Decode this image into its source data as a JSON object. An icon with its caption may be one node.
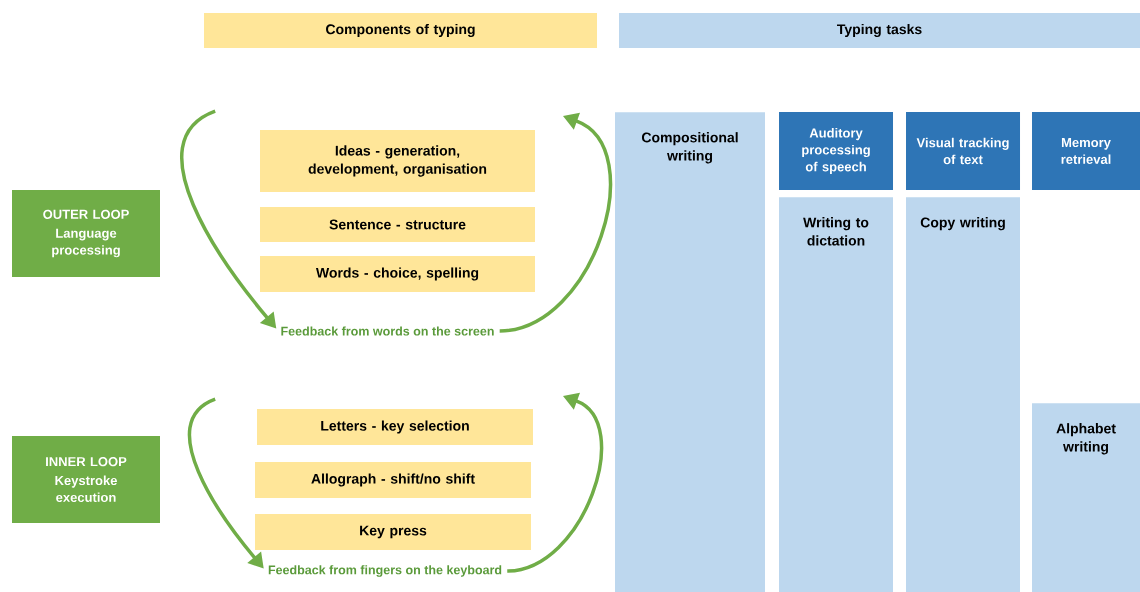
{
  "diagram": {
    "nodes": [
      {
        "text": [
          "Components of typing"
        ]
      },
      {
        "text": [
          "Typing tasks"
        ]
      },
      {
        "text": [
          "OUTER LOOP",
          "Language processing"
        ]
      },
      {
        "text": [
          "Ideas - generation, development, organisation"
        ]
      },
      {
        "text": [
          "Sentence - structure"
        ]
      },
      {
        "text": [
          "Words - choice, spelling"
        ]
      },
      {
        "text": [
          "Feedback from words on the screen"
        ]
      },
      {
        "text": [
          "INNER LOOP",
          "Keystroke execution"
        ]
      },
      {
        "text": [
          "Letters - key selection"
        ]
      },
      {
        "text": [
          "Allograph - shift/no shift"
        ]
      },
      {
        "text": [
          "Key press"
        ]
      },
      {
        "text": [
          "Feedback from fingers on the keyboard"
        ]
      },
      {
        "text": [
          "Compositional writing"
        ]
      },
      {
        "text": [
          "Auditory processing of speech"
        ]
      },
      {
        "text": [
          "Writing to dictation"
        ]
      },
      {
        "text": [
          "Visual tracking of text"
        ]
      },
      {
        "text": [
          "Copy writing"
        ]
      },
      {
        "text": [
          "Memory retrieval"
        ]
      },
      {
        "text": [
          "Alphabet writing"
        ]
      }
    ],
    "edges": [
      {
        "from": null,
        "to": 6,
        "arrow": "to"
      },
      {
        "from": 6,
        "to": null,
        "arrow": "to"
      },
      {
        "from": null,
        "to": 11,
        "arrow": "to"
      },
      {
        "from": 11,
        "to": null,
        "arrow": "to"
      }
    ]
  }
}
